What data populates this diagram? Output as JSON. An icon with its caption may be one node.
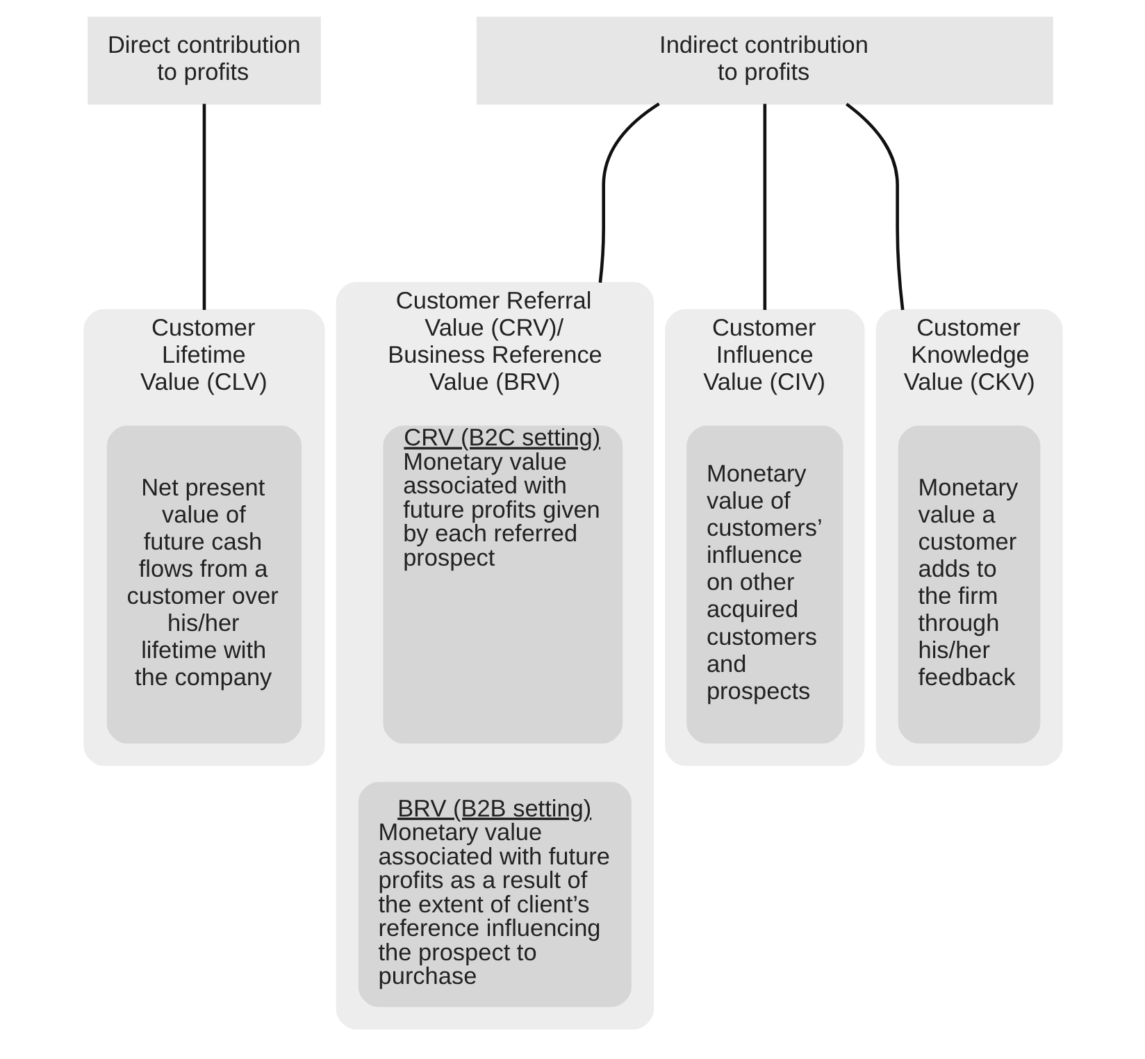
{
  "diagram": {
    "nodes": [
      {
        "text": [
          "Direct contribution to profits"
        ]
      },
      {
        "text": [
          "Indirect contribution to profits"
        ]
      },
      {
        "text": [
          "Customer Lifetime Value (CLV)"
        ]
      },
      {
        "text": [
          "Net present value of future cash flows from a customer over his/her lifetime with the company"
        ],
        "in": 2
      },
      {
        "text": [
          "Customer Referral Value (CRV)/ Business Reference Value (BRV)"
        ]
      },
      {
        "text": [
          "CRV (B2C setting)",
          "Monetary value associated with future profits given by each referred prospect"
        ],
        "in": 4
      },
      {
        "text": [
          "BRV (B2B setting)",
          "Monetary value associated with future profits as a result of the extent of client’s reference influencing the prospect to purchase"
        ],
        "in": 4
      },
      {
        "text": [
          "Customer Influence Value (CIV)"
        ]
      },
      {
        "text": [
          "Monetary value of customers’ influence on other acquired customers and prospects"
        ],
        "in": 7
      },
      {
        "text": [
          "Customer Knowledge Value (CKV)"
        ]
      },
      {
        "text": [
          "Monetary value a customer adds to the firm through his/her feedback"
        ],
        "in": 9
      }
    ],
    "edges": [
      {
        "from": 0,
        "to": 2,
        "arrow": "none"
      },
      {
        "from": 1,
        "to": 4,
        "arrow": "none"
      },
      {
        "from": 1,
        "to": 7,
        "arrow": "none"
      },
      {
        "from": 1,
        "to": 9,
        "arrow": "none"
      }
    ]
  }
}
